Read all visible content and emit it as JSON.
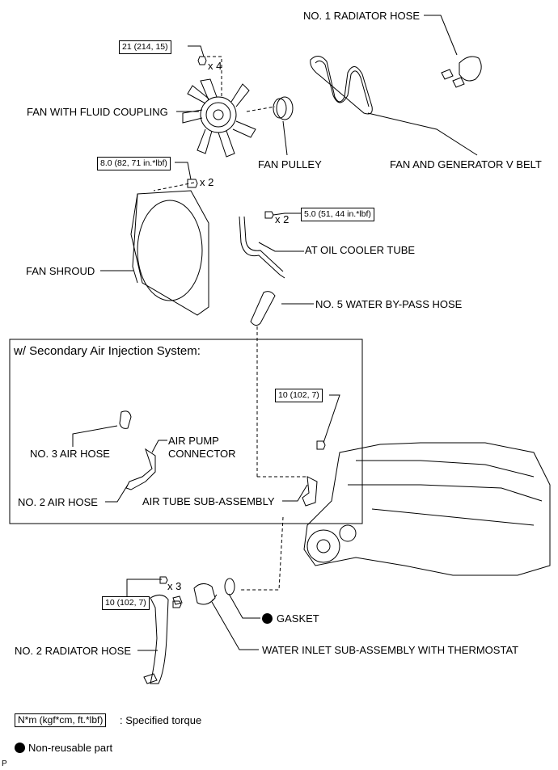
{
  "labels": {
    "no1_radiator_hose": "NO. 1 RADIATOR HOSE",
    "fan_fluid_coupling": "FAN WITH FLUID COUPLING",
    "fan_pulley": "FAN PULLEY",
    "fan_generator_belt": "FAN AND GENERATOR V BELT",
    "fan_shroud": "FAN SHROUD",
    "at_oil_cooler_tube": "AT OIL COOLER TUBE",
    "no5_water_bypass_hose": "NO. 5 WATER BY-PASS HOSE",
    "secondary_air_title": "w/ Secondary Air Injection System:",
    "no3_air_hose": "NO. 3 AIR HOSE",
    "air_pump_connector_1": "AIR PUMP",
    "air_pump_connector_2": "CONNECTOR",
    "no2_air_hose": "NO. 2 AIR HOSE",
    "air_tube_sub_assembly": "AIR TUBE SUB-ASSEMBLY",
    "gasket": "GASKET",
    "no2_radiator_hose": "NO. 2 RADIATOR HOSE",
    "water_inlet": "WATER INLET SUB-ASSEMBLY WITH THERMOSTAT"
  },
  "torques": {
    "fan_nut": "21 (214, 15)",
    "shroud_bolt": "8.0 (82, 71 in.*lbf)",
    "oil_cooler_bolt": "5.0 (51, 44 in.*lbf)",
    "air_tube_bolt": "10 (102, 7)",
    "water_inlet_nut": "10 (102, 7)"
  },
  "quantities": {
    "fan_nut": "x 4",
    "shroud_bolt": "x 2",
    "oil_cooler_bolt": "x 2",
    "water_inlet_nut": "x 3"
  },
  "legend": {
    "torque_box": "N*m (kgf*cm, ft.*lbf)",
    "torque_text": ": Specified torque",
    "nonreusable_text": "Non-reusable part"
  },
  "corner_mark": "P"
}
